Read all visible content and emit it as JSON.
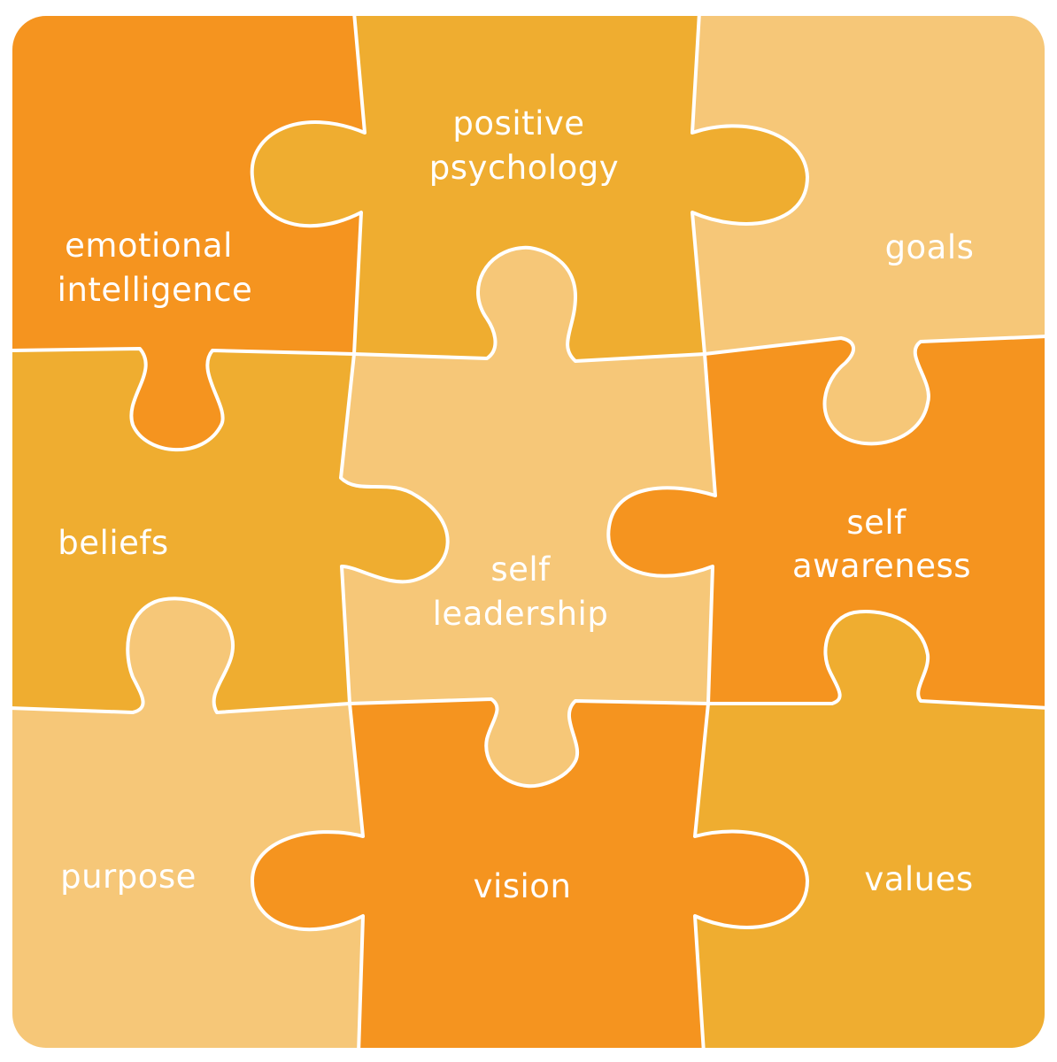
{
  "colors": {
    "dark_orange": "#F5941F",
    "medium_orange": "#EFAD30",
    "light_orange": "#F6C778",
    "outline": "#FFFFFF"
  },
  "pieces": {
    "emotional_intelligence": {
      "line1": "emotional",
      "line2": "intelligence",
      "color": "#F5941F"
    },
    "positive_psychology": {
      "line1": "positive",
      "line2": "psychology",
      "color": "#EFAD30"
    },
    "goals": {
      "line1": "goals",
      "color": "#F6C778"
    },
    "beliefs": {
      "line1": "beliefs",
      "color": "#EFAD30"
    },
    "self_leadership": {
      "line1": "self",
      "line2": "leadership",
      "color": "#F6C778"
    },
    "self_awareness": {
      "line1": "self",
      "line2": "awareness",
      "color": "#F5941F"
    },
    "purpose": {
      "line1": "purpose",
      "color": "#F6C778"
    },
    "vision": {
      "line1": "vision",
      "color": "#F5941F"
    },
    "values": {
      "line1": "values",
      "color": "#EFAD30"
    }
  }
}
